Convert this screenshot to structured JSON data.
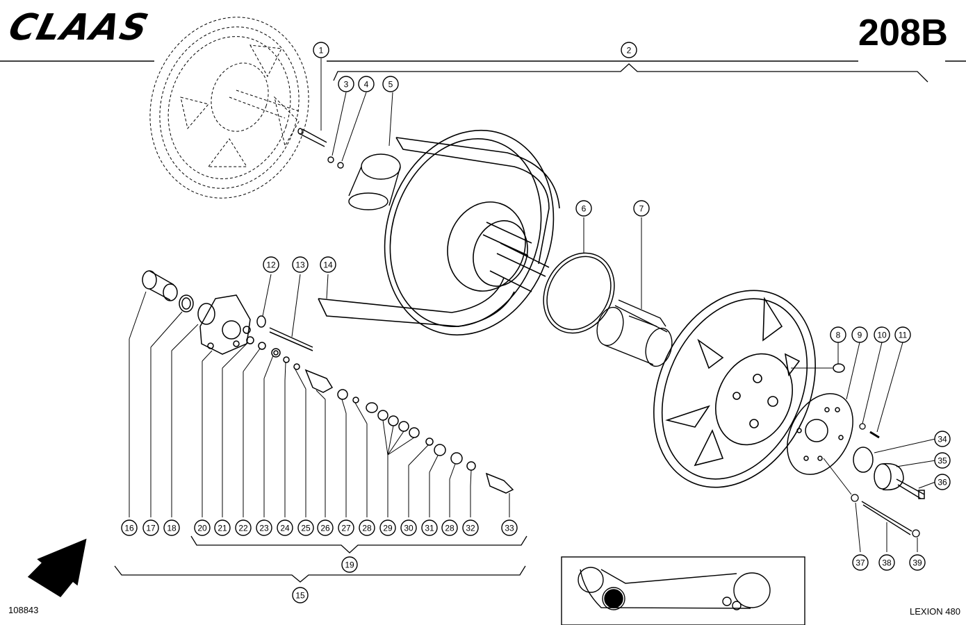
{
  "header": {
    "brand": "CLAAS",
    "page_code": "208B"
  },
  "footer": {
    "drawing_number": "108843",
    "model": "LEXION 480"
  },
  "callouts": [
    "1",
    "2",
    "3",
    "4",
    "5",
    "6",
    "7",
    "8",
    "9",
    "10",
    "11",
    "12",
    "13",
    "14",
    "15",
    "16",
    "17",
    "18",
    "19",
    "20",
    "21",
    "22",
    "23",
    "24",
    "25",
    "26",
    "27",
    "28",
    "29",
    "30",
    "31",
    "28",
    "32",
    "33",
    "34",
    "35",
    "36",
    "37",
    "38",
    "39"
  ]
}
